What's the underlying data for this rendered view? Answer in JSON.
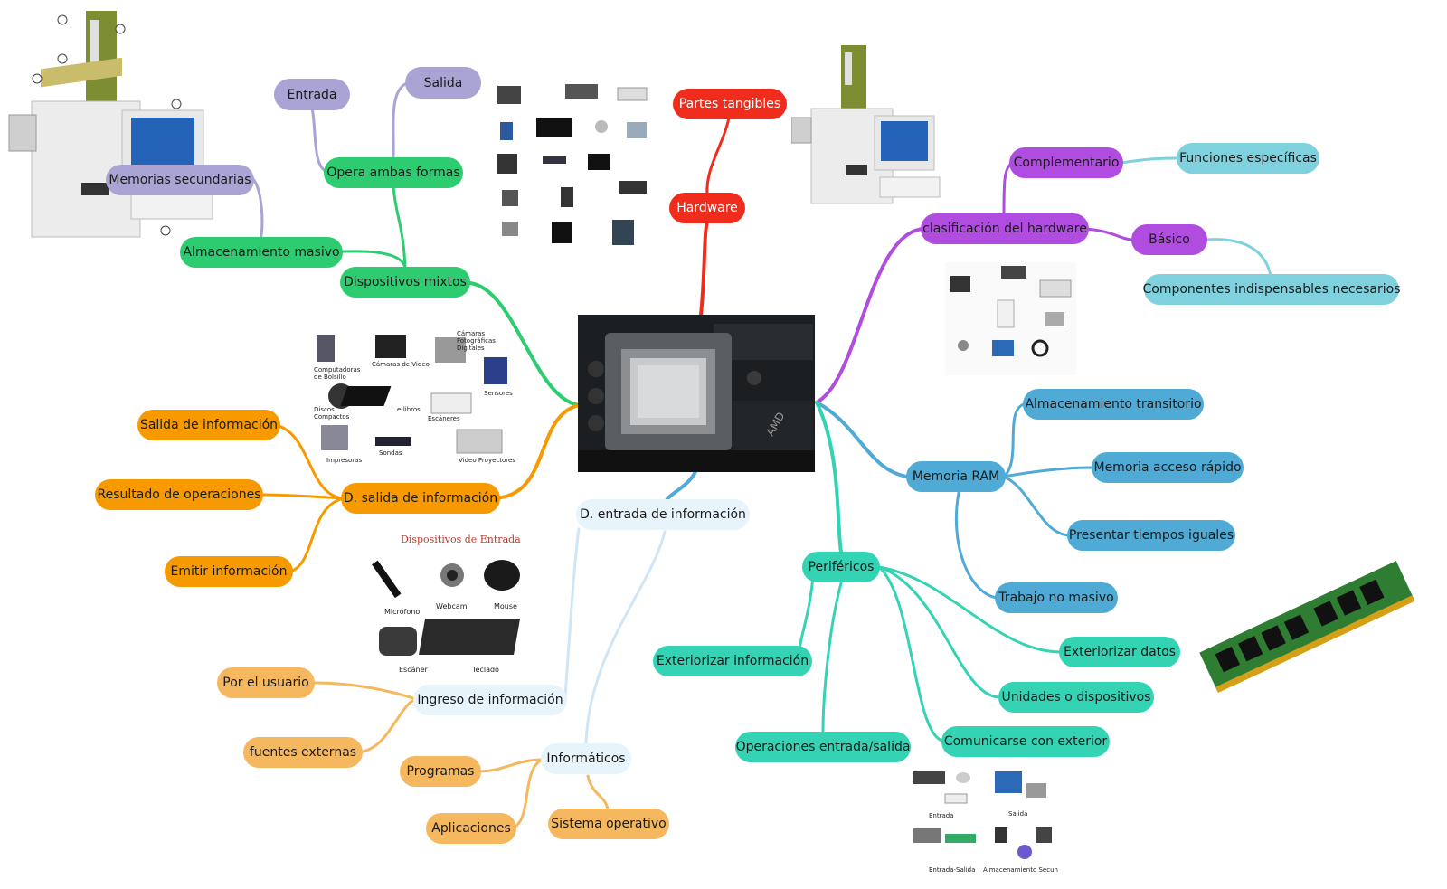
{
  "center_image": "cpu-socket-motherboard-photo",
  "colors": {
    "red": "#f02d1c",
    "purple": "#a9a4d3",
    "green": "#2ecc71",
    "orange": "#f79a00",
    "light_orange": "#f5b85f",
    "light_blue": "#e3f1fb",
    "magenta": "#b04ce0",
    "cyan": "#7fd1de",
    "blue": "#4faad6",
    "teal": "#34d3b3"
  },
  "nodes": {
    "partes_tangibles": "Partes tangibles",
    "hardware": "Hardware",
    "entrada": "Entrada",
    "salida": "Salida",
    "opera_ambas": "Opera ambas formas",
    "memorias_secundarias": "Memorias secundarias",
    "almacenamiento_masivo": "Almacenamiento masivo",
    "dispositivos_mixtos": "Dispositivos mixtos",
    "salida_info": "Salida de información",
    "resultado_op": "Resultado de operaciones",
    "emitir_info": "Emitir información",
    "d_salida": "D. salida de información",
    "d_entrada": "D. entrada de información",
    "por_usuario": "Por el usuario",
    "fuentes_externas": "fuentes externas",
    "ingreso_info": "Ingreso de información",
    "programas": "Programas",
    "aplicaciones": "Aplicaciones",
    "informaticos": "Informáticos",
    "sistema_operativo": "Sistema operativo",
    "complementario": "Complementario",
    "funciones_especificas": "Funciones específicas",
    "clasificacion": "clasificación del hardware",
    "basico": "Básico",
    "componentes": "Componentes indispensables necesarios",
    "alm_transitorio": "Almacenamiento transitorio",
    "memoria_ram": "Memoria RAM",
    "memoria_rapido": "Memoria acceso rápido",
    "tiempos_iguales": "Presentar tiempos iguales",
    "trabajo_no_masivo": "Trabajo no masivo",
    "perifericos": "Periféricos",
    "exteriorizar_info": "Exteriorizar información",
    "exteriorizar_datos": "Exteriorizar datos",
    "unidades": "Unidades o dispositivos",
    "comunicarse": "Comunicarse con exterior",
    "operaciones_es": "Operaciones entrada/salida"
  },
  "image_labels": {
    "dispositivos_entrada_title": "Dispositivos de Entrada",
    "microfono": "Micrófono",
    "webcam": "Webcam",
    "mouse": "Mouse",
    "escaner": "Escáner",
    "teclado": "Teclado",
    "comp_bolsillo": "Computadoras de Bolsillo",
    "camaras_video": "Cámaras de Video",
    "camaras_foto": "Cámaras Fotográficas Digitales",
    "sensores": "Sensores",
    "discos": "Discos Compactos",
    "elibros": "e-libros",
    "escaneres": "Escáneres",
    "impresoras": "Impresoras",
    "sondas": "Sondas",
    "video_proyectores": "Video Proyectores",
    "per_entrada": "Entrada",
    "per_salida": "Salida",
    "per_entrada_salida": "Entrada-Salida",
    "per_alm_secundario": "Almacenamiento Secundario"
  }
}
